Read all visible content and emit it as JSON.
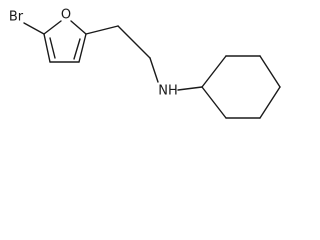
{
  "structure": {
    "atoms": {
      "bromine": "Br",
      "furan_oxygen": "O",
      "amine": "NH"
    },
    "colors": {
      "bond": "#1a1a1a",
      "text": "#1a1a1a",
      "background": "#ffffff"
    }
  }
}
